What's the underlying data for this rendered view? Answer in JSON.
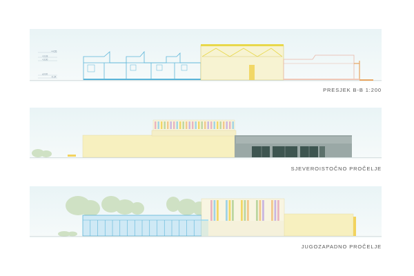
{
  "drawings": [
    {
      "caption": "PRESJEK B-B 1:200",
      "levels": [
        "+4.55",
        "+3.18",
        "+3.00",
        "±0.00",
        "-0.24"
      ]
    },
    {
      "caption": "SJEVEROISTOČNO PROČELJE"
    },
    {
      "caption": "JUGOZAPADNO PROČELJE"
    }
  ],
  "colors": {
    "sky_top": "#eaf4f6",
    "sky_bottom": "#f4f9f9",
    "cream": "#f7f0bf",
    "gray": "#9aa8a6",
    "dark_green": "#3d5550",
    "blue_outline": "#5ab4d8",
    "light_blue": "#cfe9f5",
    "green_tree": "#cfe1c4",
    "yellow": "#e8d84a",
    "orange": "#e6a460"
  }
}
